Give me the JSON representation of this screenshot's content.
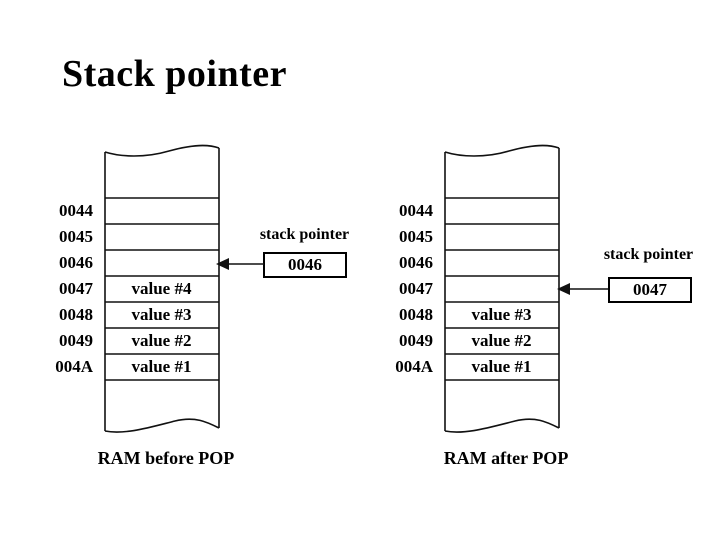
{
  "title": "Stack pointer",
  "colors": {
    "ink": "#000000",
    "background": "#ffffff"
  },
  "left_diagram": {
    "caption": "RAM before POP",
    "pointer_label": "stack pointer",
    "pointer_value": "0046",
    "pointer_target_address": "0046",
    "rows": [
      {
        "addr": "0044",
        "value": ""
      },
      {
        "addr": "0045",
        "value": ""
      },
      {
        "addr": "0046",
        "value": ""
      },
      {
        "addr": "0047",
        "value": "value #4"
      },
      {
        "addr": "0048",
        "value": "value #3"
      },
      {
        "addr": "0049",
        "value": "value #2"
      },
      {
        "addr": "004A",
        "value": "value #1"
      }
    ]
  },
  "right_diagram": {
    "caption": "RAM after POP",
    "pointer_label": "stack pointer",
    "pointer_value": "0047",
    "pointer_target_address": "0047",
    "rows": [
      {
        "addr": "0044",
        "value": ""
      },
      {
        "addr": "0045",
        "value": ""
      },
      {
        "addr": "0046",
        "value": ""
      },
      {
        "addr": "0047",
        "value": ""
      },
      {
        "addr": "0048",
        "value": "value #3"
      },
      {
        "addr": "0049",
        "value": "value #2"
      },
      {
        "addr": "004A",
        "value": "value #1"
      }
    ]
  }
}
